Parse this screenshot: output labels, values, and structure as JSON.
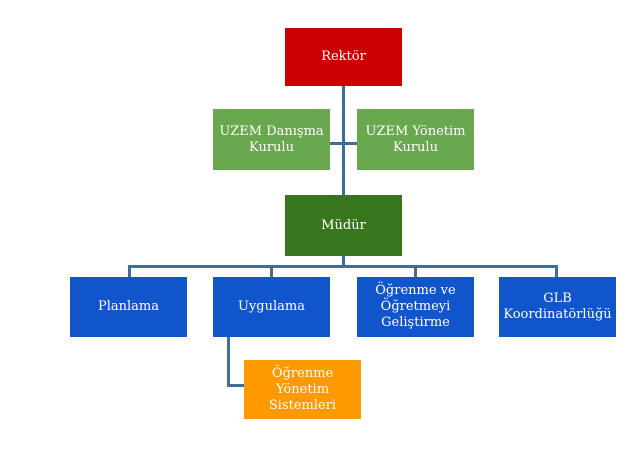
{
  "org_chart": {
    "rektor": "Rektör",
    "advisory_board": "UZEM Danışma Kurulu",
    "management_board": "UZEM Yönetim Kurulu",
    "director": "Müdür",
    "departments": [
      "Planlama",
      "Uygulama",
      "Öğrenme ve Öğretmeyi Geliştirme",
      "GLB Koordinatörlüğü"
    ],
    "sub_unit": "Öğrenme Yönetim Sistemleri"
  },
  "colors": {
    "rektor": "#cc0000",
    "boards": "#6aa84f",
    "director": "#38761d",
    "departments": "#1155cc",
    "sub_unit": "#ff9900",
    "connector": "#3e6e9c"
  }
}
